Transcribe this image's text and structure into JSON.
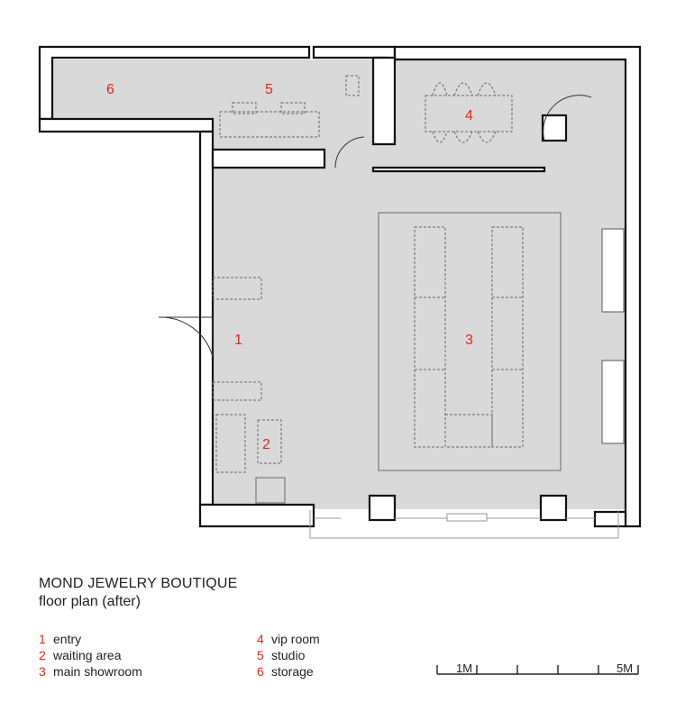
{
  "title": "MOND JEWELRY BOUTIQUE",
  "subtitle": "floor plan (after)",
  "rooms": [
    {
      "number": "1",
      "name": "entry"
    },
    {
      "number": "2",
      "name": "waiting area"
    },
    {
      "number": "3",
      "name": "main showroom"
    },
    {
      "number": "4",
      "name": "vip room"
    },
    {
      "number": "5",
      "name": "studio"
    },
    {
      "number": "6",
      "name": "storage"
    }
  ],
  "scale": {
    "small_label": "1M",
    "large_label": "5M"
  },
  "colors": {
    "floor": "#d9d9d9",
    "wall": "#111111",
    "room_number": "#e0261b"
  }
}
